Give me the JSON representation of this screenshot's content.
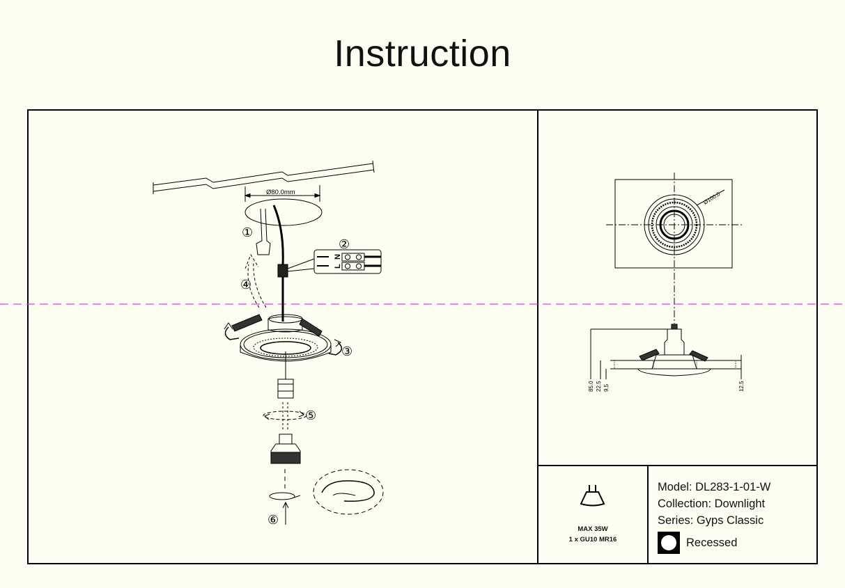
{
  "title": "Instruction",
  "install_diagram": {
    "cutout_label": "Ø80.0mm",
    "steps": [
      "①",
      "②",
      "③",
      "④",
      "⑤",
      "⑥"
    ],
    "terminal_labels": [
      "N",
      "L"
    ]
  },
  "dimension_drawing": {
    "diameter_label": "Ø100.0",
    "heights": [
      "85.0",
      "22.5",
      "9.5",
      "12.5"
    ]
  },
  "lamp": {
    "icon": "bulb-icon",
    "max_power": "MAX 35W",
    "socket": "1 x GU10 MR16"
  },
  "product": {
    "model": "Model: DL283-1-01-W",
    "collection": "Collection: Downlight",
    "series": "Series: Gyps Classic",
    "mount_type": "Recessed"
  },
  "colors": {
    "guide_line": "#e040e0",
    "background": "#fefdf1"
  }
}
